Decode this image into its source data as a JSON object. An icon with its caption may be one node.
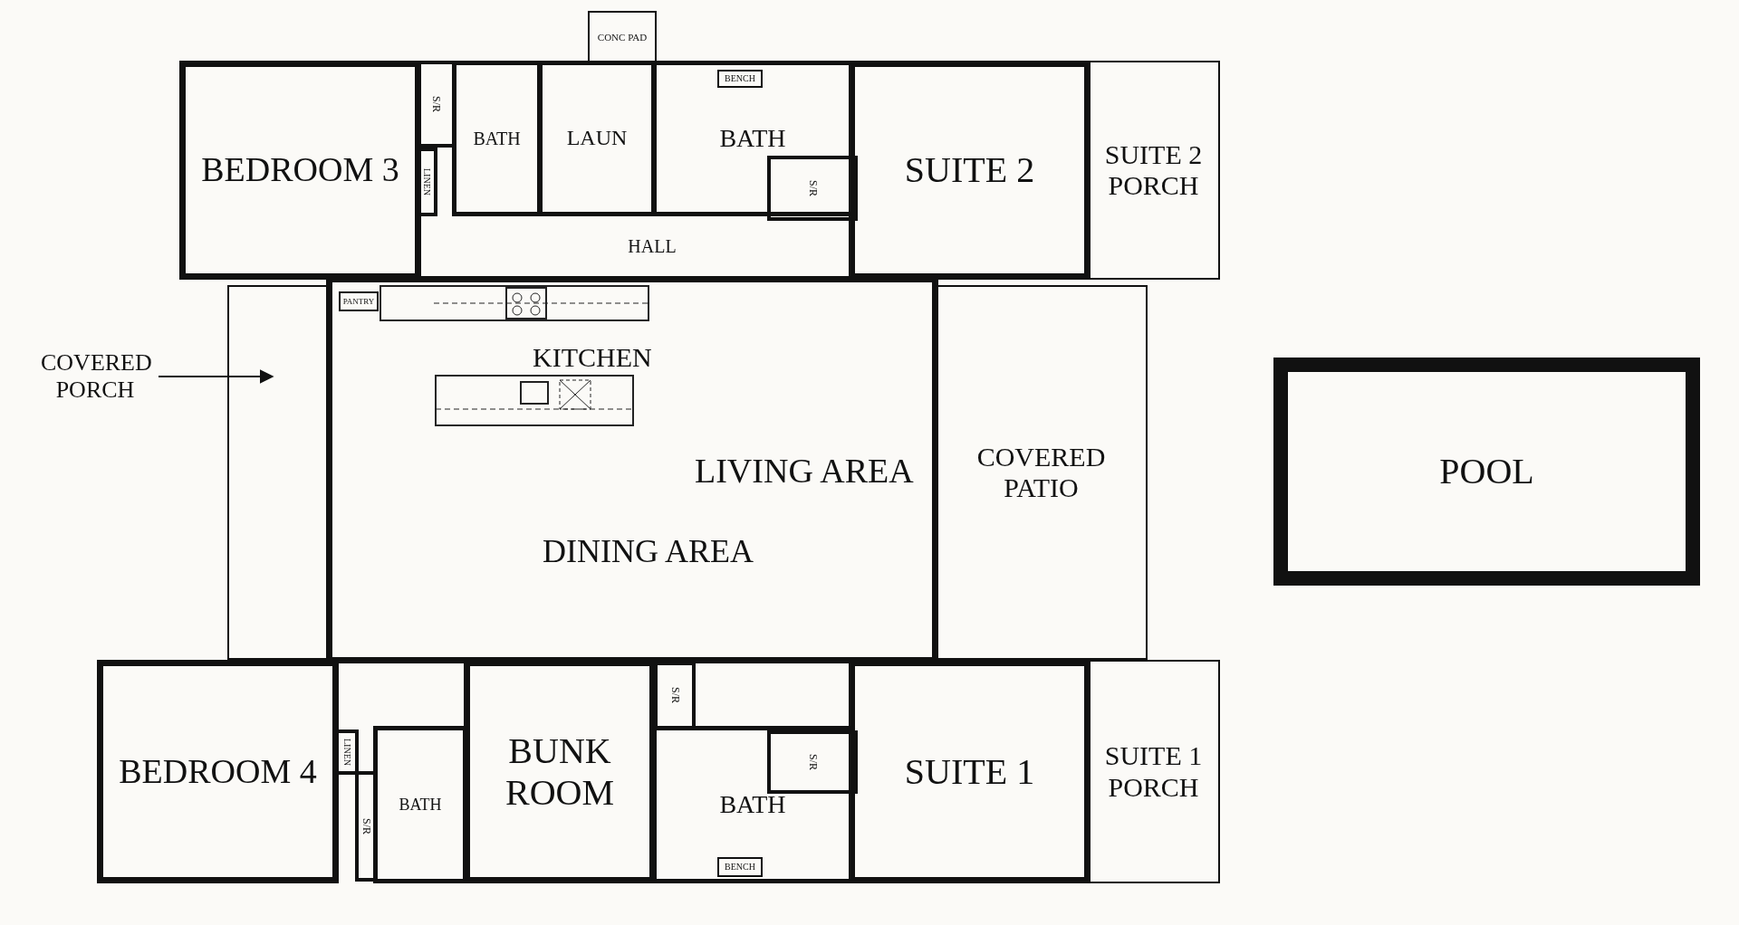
{
  "diagram": {
    "nodes": [
      {
        "text": [
          "CONC PAD"
        ]
      },
      {
        "text": [
          "BEDROOM 3"
        ]
      },
      {
        "text": [
          "S/R"
        ]
      },
      {
        "text": [
          "LINEN"
        ]
      },
      {
        "text": [
          "BATH"
        ]
      },
      {
        "text": [
          "LAUN"
        ]
      },
      {
        "text": [
          "HALL"
        ]
      },
      {
        "text": [
          "BATH"
        ]
      },
      {
        "text": [
          "BENCH"
        ],
        "in": 7
      },
      {
        "text": [
          "S/R"
        ],
        "in": 7
      },
      {
        "text": [
          "SUITE 2"
        ]
      },
      {
        "text": [
          "SUITE 2 PORCH"
        ]
      },
      {
        "text": [
          "COVERED PORCH"
        ]
      },
      {
        "text": [],
        "shape": "box"
      },
      {
        "text": [
          "KITCHEN",
          "LIVING AREA",
          "DINING AREA"
        ]
      },
      {
        "text": [
          "PANTRY"
        ],
        "in": 14
      },
      {
        "text": [
          "COVERED PATIO"
        ]
      },
      {
        "text": [
          "POOL"
        ]
      },
      {
        "text": [
          "BEDROOM 4"
        ]
      },
      {
        "text": [
          "LINEN"
        ]
      },
      {
        "text": [
          "S/R"
        ]
      },
      {
        "text": [
          "BATH"
        ]
      },
      {
        "text": [
          "BUNK ROOM"
        ]
      },
      {
        "text": [
          "S/R"
        ]
      },
      {
        "text": [
          "BATH"
        ]
      },
      {
        "text": [
          "BENCH"
        ],
        "in": 24
      },
      {
        "text": [
          "S/R"
        ],
        "in": 24
      },
      {
        "text": [
          "SUITE 1"
        ]
      },
      {
        "text": [
          "SUITE 1 PORCH"
        ]
      }
    ],
    "edges": [
      {
        "from": 12,
        "to": 13,
        "arrow": "to"
      }
    ]
  }
}
